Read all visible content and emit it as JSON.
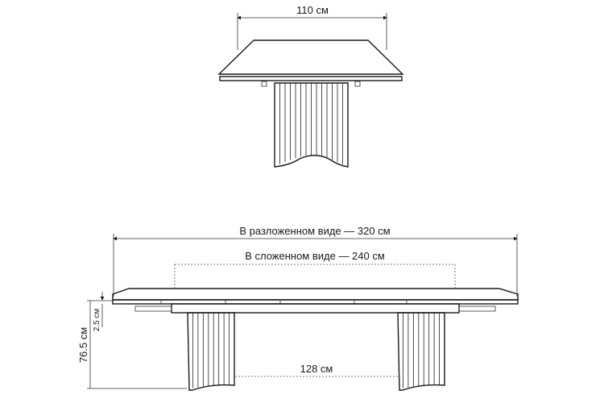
{
  "diagram": {
    "end_view": {
      "width_label": "110 см"
    },
    "side_view": {
      "extended_label": "В разложенном виде — 320 см",
      "folded_label": "В сложенном виде — 240 см",
      "leg_spacing_label": "128 см",
      "height_label": "76.5 см",
      "top_thickness_label": "2.5 см"
    },
    "colors": {
      "line": "#1a1a1a",
      "background": "#ffffff"
    }
  }
}
